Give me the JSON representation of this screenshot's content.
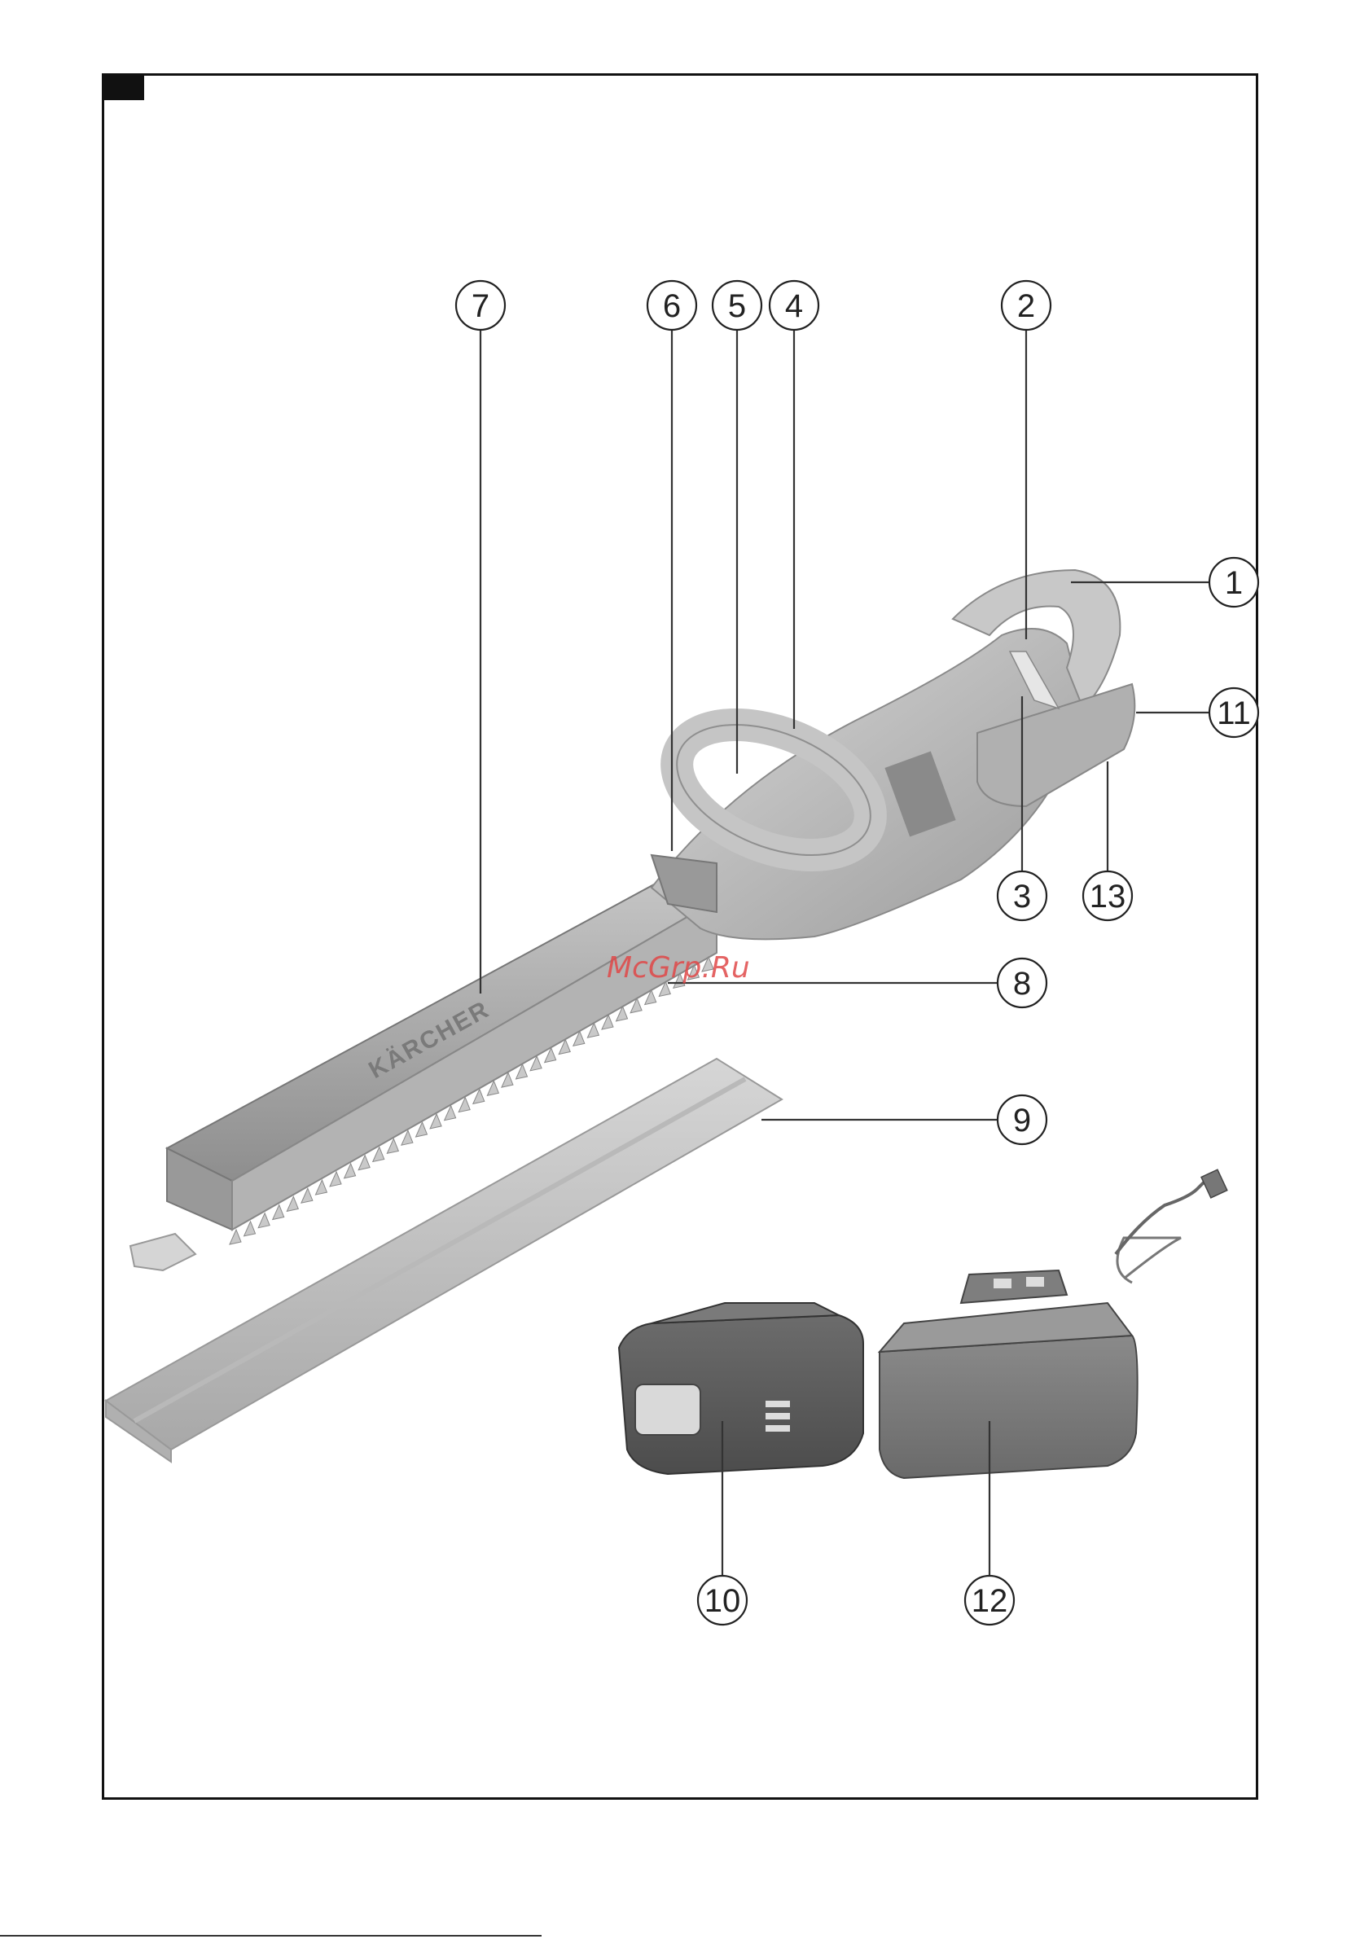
{
  "watermark": "McGrp.Ru",
  "brand_text": "KÄRCHER",
  "callouts": [
    {
      "id": "1",
      "label": "1"
    },
    {
      "id": "2",
      "label": "2"
    },
    {
      "id": "3",
      "label": "3"
    },
    {
      "id": "4",
      "label": "4"
    },
    {
      "id": "5",
      "label": "5"
    },
    {
      "id": "6",
      "label": "6"
    },
    {
      "id": "7",
      "label": "7"
    },
    {
      "id": "8",
      "label": "8"
    },
    {
      "id": "9",
      "label": "9"
    },
    {
      "id": "10",
      "label": "10"
    },
    {
      "id": "11",
      "label": "11"
    },
    {
      "id": "12",
      "label": "12"
    },
    {
      "id": "13",
      "label": "13"
    }
  ],
  "colors": {
    "body_light": "#cfcfcf",
    "body_mid": "#a9a9a9",
    "body_dark": "#7c7c7c",
    "battery_dark": "#5e5e5e",
    "line": "#222222"
  }
}
